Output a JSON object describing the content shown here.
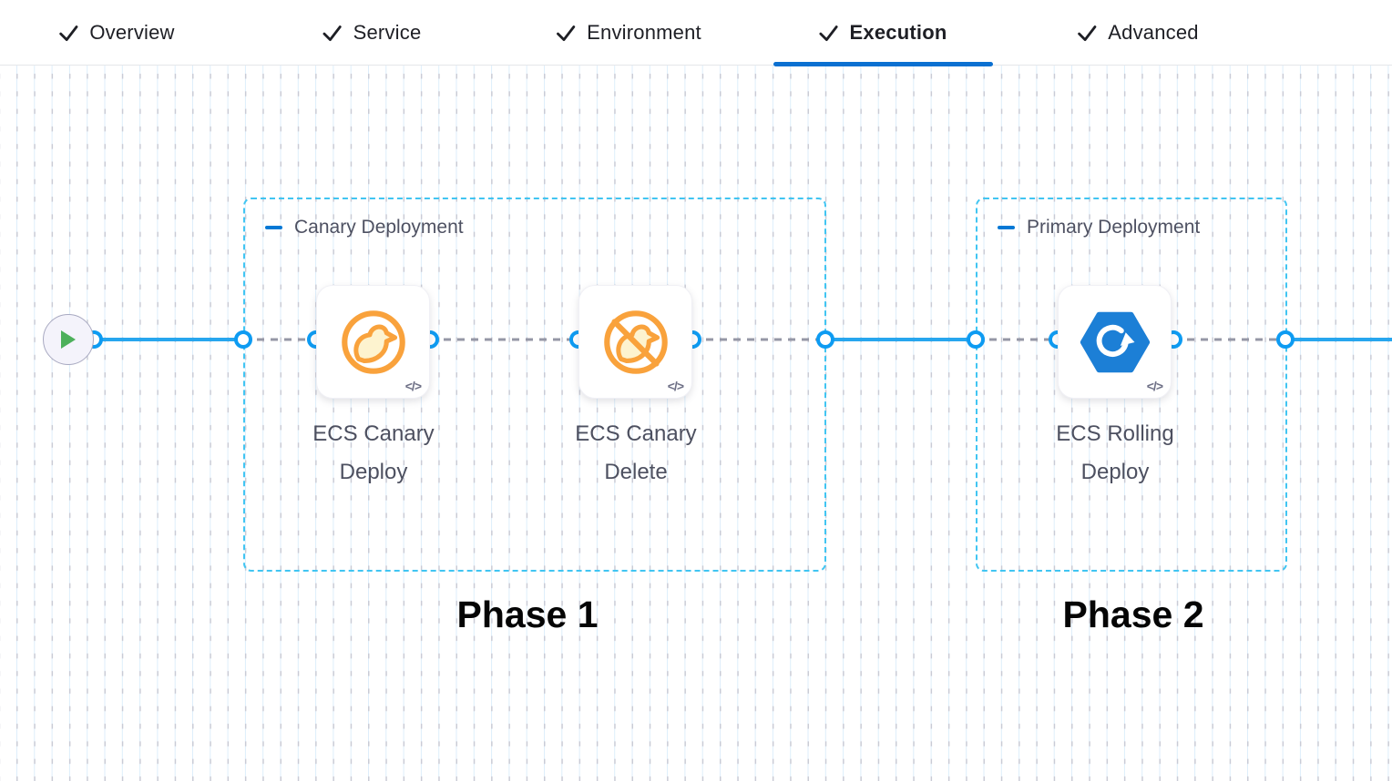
{
  "tabs": {
    "items": [
      {
        "label": "Overview",
        "checked": true,
        "active": false
      },
      {
        "label": "Service",
        "checked": true,
        "active": false
      },
      {
        "label": "Environment",
        "checked": true,
        "active": false
      },
      {
        "label": "Execution",
        "checked": true,
        "active": true
      },
      {
        "label": "Advanced",
        "checked": true,
        "active": false
      }
    ]
  },
  "canvas": {
    "start_node": {
      "icon": "play-icon"
    },
    "groups": [
      {
        "label": "Canary Deployment",
        "phase_label": "Phase 1",
        "steps": [
          {
            "name": "ECS Canary Deploy",
            "icon": "canary-icon"
          },
          {
            "name": "ECS Canary Delete",
            "icon": "canary-delete-icon"
          }
        ]
      },
      {
        "label": "Primary Deployment",
        "phase_label": "Phase 2",
        "steps": [
          {
            "name": "ECS Rolling Deploy",
            "icon": "ecs-rolling-icon"
          }
        ]
      }
    ]
  },
  "icons": {
    "code_glyph": "</>"
  },
  "colors": {
    "accent_blue": "#0278d5",
    "flow_line_blue": "#27a6ee",
    "port_ring_blue": "#0d9bf2",
    "group_border_cyan": "#41c5f2",
    "canary_orange": "#f9a23c",
    "ecs_blue": "#1c7fd6",
    "start_green": "#4db05b",
    "dashed_gray": "#9597a6"
  }
}
